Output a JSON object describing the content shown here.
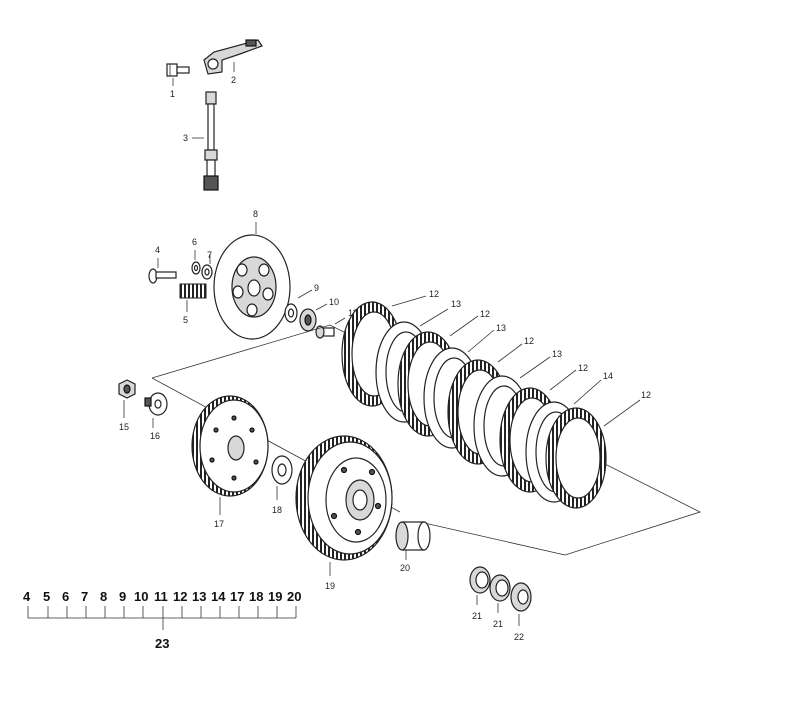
{
  "diagram": {
    "labels": {
      "p1": "1",
      "p2": "2",
      "p3": "3",
      "p4": "4",
      "p5": "5",
      "p6": "6",
      "p7": "7",
      "p8": "8",
      "p9": "9",
      "p10": "10",
      "p11": "11",
      "p12a": "12",
      "p12b": "12",
      "p12c": "12",
      "p12d": "12",
      "p12e": "12",
      "p13a": "13",
      "p13b": "13",
      "p13c": "13",
      "p14": "14",
      "p15": "15",
      "p16": "16",
      "p17": "17",
      "p18": "18",
      "p19": "19",
      "p20": "20",
      "p21a": "21",
      "p21b": "21",
      "p22": "22"
    },
    "kit": {
      "items": [
        "4",
        "5",
        "6",
        "7",
        "8",
        "9",
        "10",
        "11",
        "12",
        "13",
        "14",
        "17",
        "18",
        "19",
        "20"
      ],
      "total": "23"
    }
  }
}
